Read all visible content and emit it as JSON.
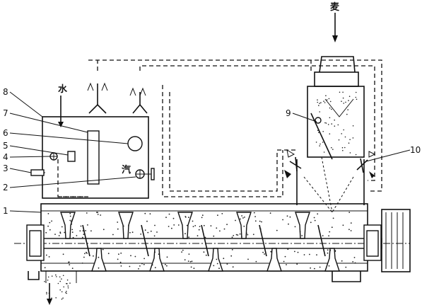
{
  "labels": {
    "top_input": "麦",
    "water": "水",
    "steam": "汽",
    "callouts": [
      "1",
      "2",
      "3",
      "4",
      "5",
      "6",
      "7",
      "8",
      "9",
      "10"
    ]
  }
}
